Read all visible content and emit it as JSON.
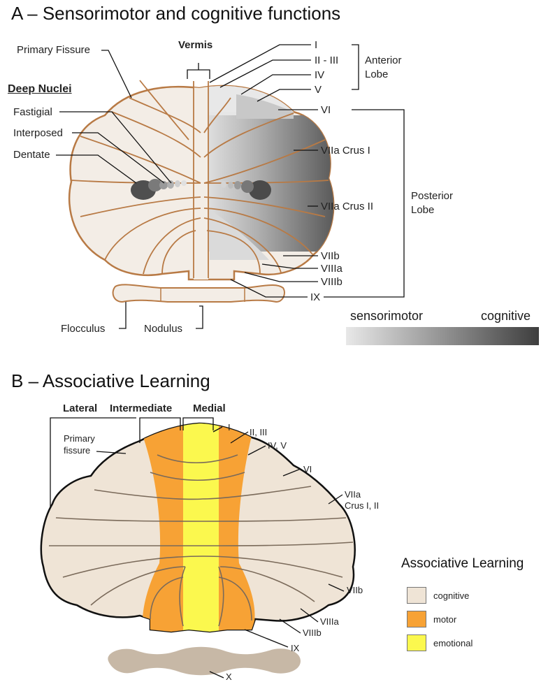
{
  "panel_a": {
    "title": "A –    Sensorimotor and cognitive functions",
    "vermis": "Vermis",
    "primary_fissure": "Primary Fissure",
    "deep_nuclei": "Deep Nuclei",
    "fastigial": "Fastigial",
    "interposed": "Interposed",
    "dentate": "Dentate",
    "lobule_I": "I",
    "lobule_II_III": "II - III",
    "lobule_IV": "IV",
    "lobule_V": "V",
    "lobule_VI": "VI",
    "lobule_VIIa_crus1": "VIIa Crus I",
    "lobule_VIIa_crus2": "VIIa Crus II",
    "lobule_VIIb": "VIIb",
    "lobule_VIIIa": "VIIIa",
    "lobule_VIIIb": "VIIIb",
    "lobule_IX": "IX",
    "anterior_lobe_1": "Anterior",
    "anterior_lobe_2": "Lobe",
    "posterior_lobe_1": "Posterior",
    "posterior_lobe_2": "Lobe",
    "flocculus": "Flocculus",
    "nodulus": "Nodulus",
    "scale_low": "sensorimotor",
    "scale_high": "cognitive"
  },
  "panel_b": {
    "title": "B –    Associative Learning",
    "lateral": "Lateral",
    "intermediate": "Intermediate",
    "medial": "Medial",
    "primary_fissure_1": "Primary",
    "primary_fissure_2": "fissure",
    "lobule_I": "I",
    "lobule_II_III": "II, III",
    "lobule_IV_V": "IV, V",
    "lobule_VI": "VI",
    "lobule_VIIa_1": "VIIa",
    "lobule_VIIa_2": "Crus I, II",
    "lobule_VIIb": "VIIb",
    "lobule_VIIIa": "VIIIa",
    "lobule_VIIIb": "VIIIb",
    "lobule_IX": "IX",
    "lobule_X": "X"
  },
  "legend": {
    "title": "Associative Learning",
    "items": [
      {
        "label": "cognitive",
        "color": "#efe4d6"
      },
      {
        "label": "motor",
        "color": "#f7a235"
      },
      {
        "label": "emotional",
        "color": "#fbf84e"
      }
    ]
  },
  "colors": {
    "outline_a": "#b87a45",
    "outline_b": "#6b5a4a",
    "cream": "#f3ede6",
    "sensorimotor": "#e2e2e2",
    "mid_grey": "#a8a8a8",
    "cognitive": "#404040",
    "motor": "#f7a235",
    "emotional": "#fbf84e",
    "tan": "#d9c9b5",
    "flocculus_b": "#c7b8a6"
  }
}
